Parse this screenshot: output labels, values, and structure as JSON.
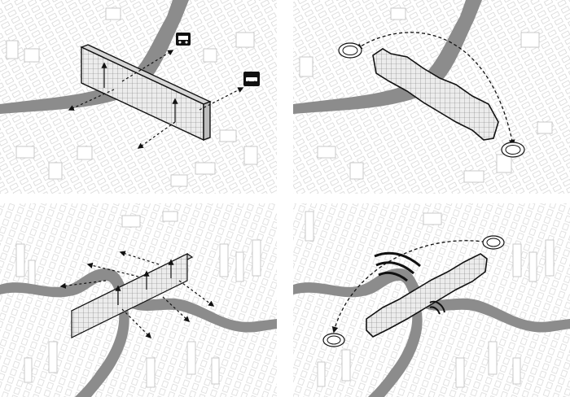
{
  "figure": {
    "panels": [
      {
        "id": "top-left",
        "icons": [
          "train-icon",
          "car-icon"
        ],
        "arrows": "straight-dashed"
      },
      {
        "id": "top-right",
        "icons": [
          "rotation-target-icon",
          "rotation-target-icon"
        ],
        "arrows": "curved-dashed"
      },
      {
        "id": "bottom-left",
        "icons": [],
        "arrows": "straight-dashed"
      },
      {
        "id": "bottom-right",
        "icons": [
          "rotation-target-icon",
          "rotation-target-icon",
          "sound-waves-icon"
        ],
        "arrows": "curved-dashed"
      }
    ],
    "colors": {
      "river": "#8c8c8c",
      "building_stroke": "#bdbdbd",
      "slab_fill": "#e9e9e9",
      "slab_stroke": "#111111",
      "arrow": "#111111",
      "background": "#ffffff"
    }
  }
}
